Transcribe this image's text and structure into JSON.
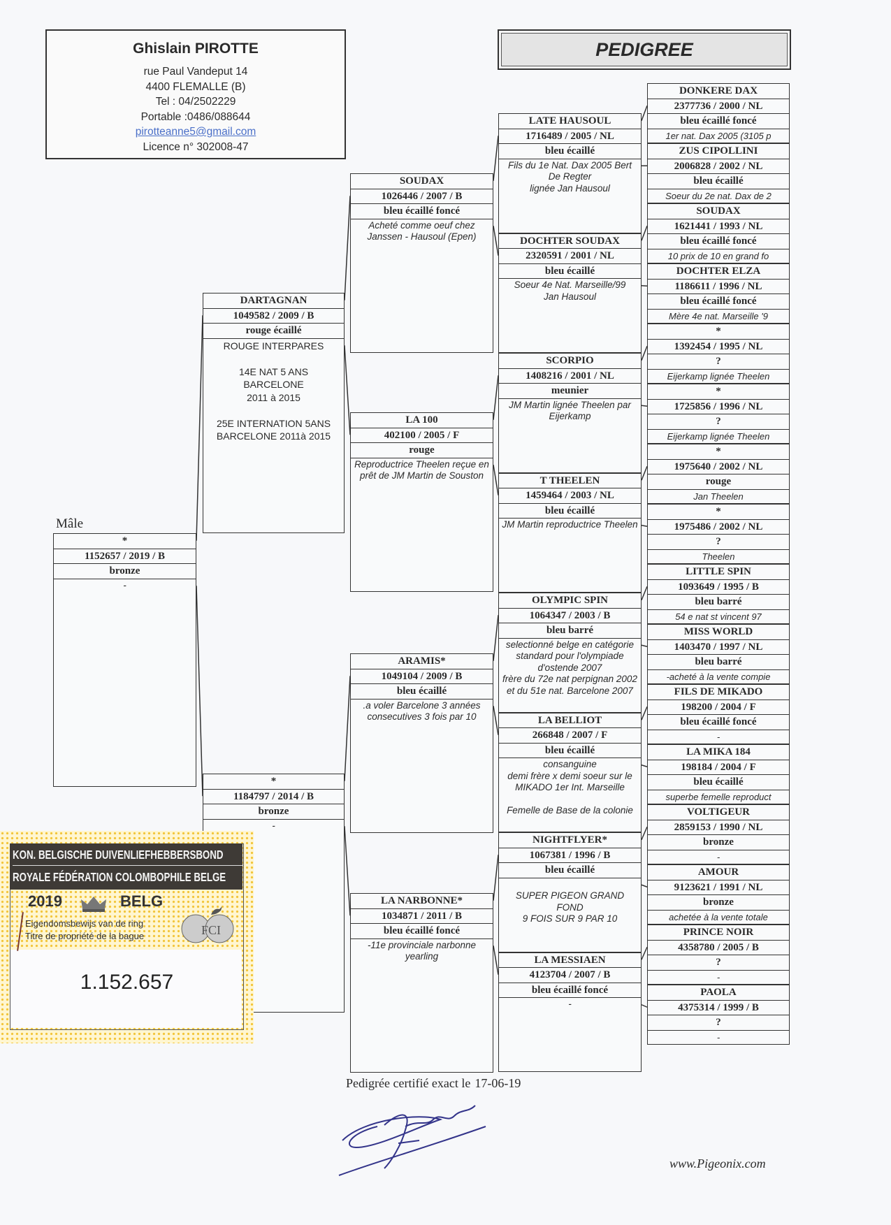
{
  "owner": {
    "name": "Ghislain PIROTTE",
    "address1": "rue Paul Vandeput 14",
    "address2": "4400 FLEMALLE (B)",
    "tel": "Tel : 04/2502229",
    "mobile": "Portable :0486/088644",
    "email": "pirotteanne5@gmail.com",
    "licence": "Licence n° 302008-47"
  },
  "title": "PEDIGREE",
  "sex_label": "Mâle",
  "pedigree": {
    "subject": {
      "name": "*",
      "ring": "1152657 / 2019 / B",
      "color": "bronze",
      "notes": "-"
    },
    "gen1": [
      {
        "name": "DARTAGNAN",
        "ring": "1049582 / 2009 / B",
        "color": "rouge écaillé",
        "notes": "ROUGE INTERPARES\n\n14E NAT 5 ANS\nBARCELONE\n2011  à 2015\n\n25E INTERNATION 5ANS\nBARCELONE 2011à 2015"
      },
      {
        "name": "*",
        "ring": "1184797 / 2014 / B",
        "color": "bronze",
        "notes": "-"
      }
    ],
    "gen2": [
      {
        "name": "SOUDAX",
        "ring": "1026446 / 2007 / B",
        "color": "bleu écaillé foncé",
        "notes": "Acheté comme oeuf chez Janssen - Hausoul (Epen)"
      },
      {
        "name": "LA 100",
        "ring": "402100 / 2005 / F",
        "color": "rouge",
        "notes": "Reproductrice Theelen reçue en prêt de JM Martin de Souston"
      },
      {
        "name": "ARAMIS*",
        "ring": "1049104 / 2009 / B",
        "color": "bleu écaillé",
        "notes": ".a voler Barcelone 3 années consecutives 3 fois par 10"
      },
      {
        "name": "LA NARBONNE*",
        "ring": "1034871 / 2011 / B",
        "color": "bleu écaillé foncé",
        "notes": "-11e provinciale narbonne yearling"
      }
    ],
    "gen3": [
      {
        "name": "LATE HAUSOUL",
        "ring": "1716489 / 2005 / NL",
        "color": "bleu écaillé",
        "notes": "Fils du 1e Nat. Dax 2005 Bert De Regter\nlignée Jan Hausoul"
      },
      {
        "name": "DOCHTER SOUDAX",
        "ring": "2320591 / 2001 / NL",
        "color": "bleu écaillé",
        "notes": "Soeur 4e Nat. Marseille/99\nJan Hausoul"
      },
      {
        "name": "SCORPIO",
        "ring": "1408216 / 2001 / NL",
        "color": "meunier",
        "notes": "JM Martin lignée Theelen par Eijerkamp"
      },
      {
        "name": "T THEELEN",
        "ring": "1459464 / 2003 / NL",
        "color": "bleu écaillé",
        "notes": "JM Martin reproductrice Theelen"
      },
      {
        "name": "OLYMPIC SPIN",
        "ring": "1064347 / 2003 / B",
        "color": "bleu barré",
        "notes": "selectionné belge en catégorie standard pour l'olympiade d'ostende 2007\nfrère du 72e nat perpignan 2002 et du 51e nat. Barcelone 2007"
      },
      {
        "name": "LA BELLIOT",
        "ring": "266848 / 2007 / F",
        "color": "bleu écaillé",
        "notes": "consanguine\ndemi frère x demi soeur sur le MIKADO 1er Int. Marseille\n\nFemelle de Base de la colonie"
      },
      {
        "name": "NIGHTFLYER*",
        "ring": "1067381 / 1996 / B",
        "color": "bleu écaillé",
        "notes": "\nSUPER PIGEON GRAND FOND\n9 FOIS SUR 9 PAR 10"
      },
      {
        "name": "LA MESSIAEN",
        "ring": "4123704 / 2007 / B",
        "color": "bleu écaillé foncé",
        "notes": "-"
      }
    ],
    "gen4": [
      {
        "name": "DONKERE DAX",
        "ring": "2377736 / 2000 / NL",
        "color": "bleu écaillé foncé",
        "notes": "1er nat. Dax 2005 (3105 p"
      },
      {
        "name": "ZUS CIPOLLINI",
        "ring": "2006828 / 2002 / NL",
        "color": "bleu écaillé",
        "notes": "Soeur du 2e nat. Dax de 2"
      },
      {
        "name": "SOUDAX",
        "ring": "1621441 / 1993 / NL",
        "color": "bleu écaillé foncé",
        "notes": "10 prix de 10 en grand fo"
      },
      {
        "name": "DOCHTER ELZA",
        "ring": "1186611 / 1996 / NL",
        "color": "bleu écaillé foncé",
        "notes": "Mère 4e nat. Marseille '9"
      },
      {
        "name": "*",
        "ring": "1392454 / 1995 / NL",
        "color": "?",
        "notes": "Eijerkamp lignée Theelen"
      },
      {
        "name": "*",
        "ring": "1725856 / 1996 / NL",
        "color": "?",
        "notes": "Eijerkamp lignée Theelen"
      },
      {
        "name": "*",
        "ring": "1975640 / 2002 / NL",
        "color": "rouge",
        "notes": "Jan Theelen"
      },
      {
        "name": "*",
        "ring": "1975486 / 2002 / NL",
        "color": "?",
        "notes": "Theelen"
      },
      {
        "name": "LITTLE SPIN",
        "ring": "1093649 / 1995 / B",
        "color": "bleu barré",
        "notes": "54 e nat st vincent 97"
      },
      {
        "name": "MISS WORLD",
        "ring": "1403470 / 1997 / NL",
        "color": "bleu barré",
        "notes": "-acheté à la vente compie"
      },
      {
        "name": "FILS DE MIKADO",
        "ring": "198200 / 2004 / F",
        "color": "bleu écaillé foncé",
        "notes": "-"
      },
      {
        "name": "LA MIKA 184",
        "ring": "198184 / 2004 / F",
        "color": "bleu écaillé",
        "notes": "superbe femelle reproduct"
      },
      {
        "name": "VOLTIGEUR",
        "ring": "2859153 / 1990 / NL",
        "color": "bronze",
        "notes": "-"
      },
      {
        "name": "AMOUR",
        "ring": "9123621 / 1991 / NL",
        "color": "bronze",
        "notes": "achetée à la vente totale"
      },
      {
        "name": "PRINCE NOIR",
        "ring": "4358780 / 2005 / B",
        "color": "?",
        "notes": "-"
      },
      {
        "name": "PAOLA",
        "ring": "4375314 / 1999 / B",
        "color": "?",
        "notes": "-"
      }
    ]
  },
  "ring_card": {
    "header1": "KON. BELGISCHE DUIVENLIEFHEBBERSBOND",
    "header2": "ROYALE FÉDÉRATION COLOMBOPHILE BELGE",
    "year": "2019",
    "country": "BELG",
    "label_nl": "Eigendomsbewijs van de ring",
    "label_fr": "Titre de propriété de la bague",
    "number": "1.152.657",
    "logo_text": "FCI"
  },
  "footer": {
    "certified_label": "Pedigrée certifié exact le",
    "date": "17-06-19",
    "website": "www.Pigeonix.com"
  }
}
